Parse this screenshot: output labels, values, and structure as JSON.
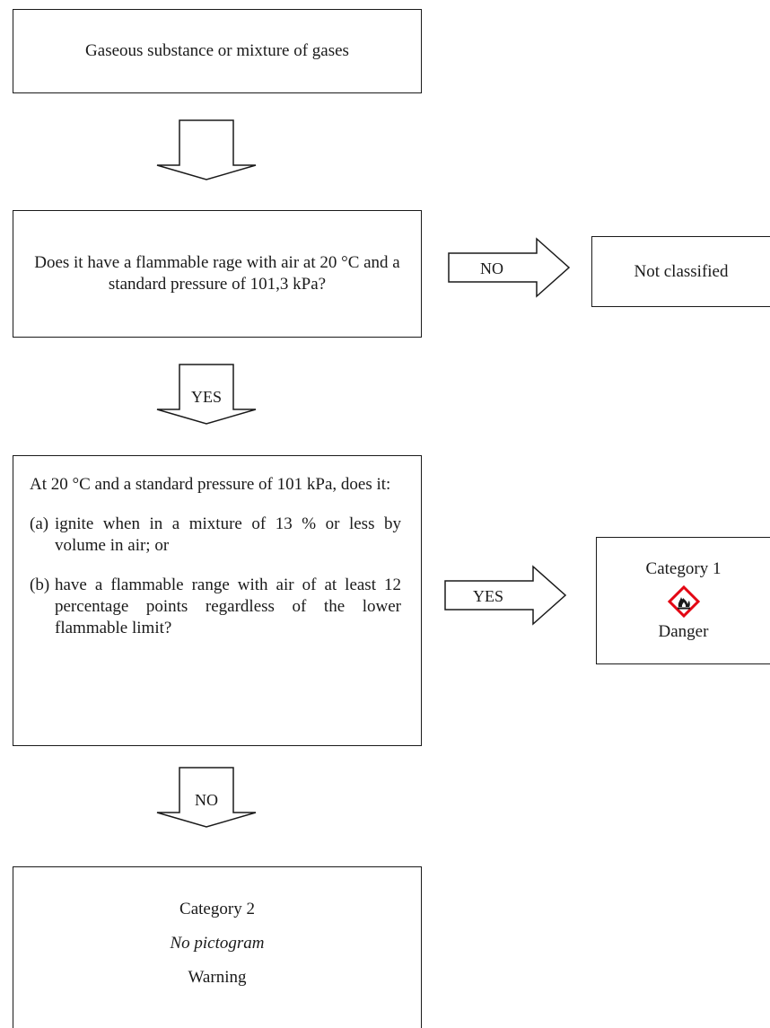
{
  "start": {
    "text": "Gaseous substance or mixture of gases"
  },
  "question1": {
    "text": "Does it have a flammable rage with air at 20 °C and a standard pressure of 101,3 kPa?"
  },
  "arrow_no_1": {
    "label": "NO"
  },
  "arrow_yes_1": {
    "label": "YES"
  },
  "not_classified": {
    "text": "Not classified"
  },
  "question2": {
    "intro": "At 20 °C and a standard pressure of 101 kPa, does it:",
    "items": [
      {
        "label": "(a)",
        "text": "ignite when in a mixture of 13 % or less by volume in air; or"
      },
      {
        "label": "(b)",
        "text": "have a flammable range with air of at least 12 percentage points regardless of the lower flammable limit?"
      }
    ]
  },
  "arrow_yes_2": {
    "label": "YES"
  },
  "arrow_no_2": {
    "label": "NO"
  },
  "category1": {
    "title": "Category 1",
    "pictogram": "flame-pictogram",
    "signal_word": "Danger",
    "pictogram_border_color": "#e30613"
  },
  "category2": {
    "title": "Category 2",
    "pictogram_note": "No pictogram",
    "signal_word": "Warning"
  }
}
